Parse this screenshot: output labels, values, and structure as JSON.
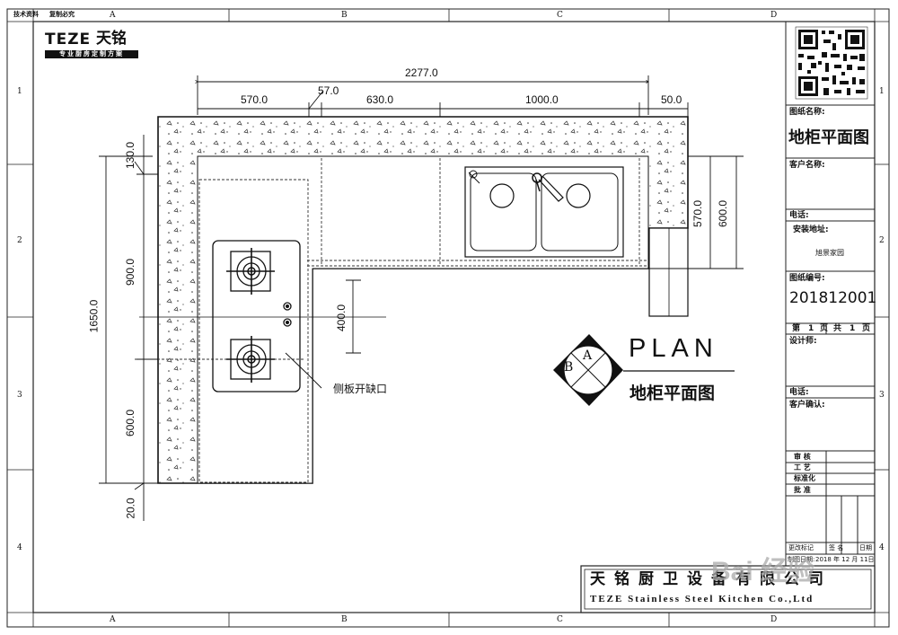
{
  "header": {
    "tech": "技术资料",
    "copy": "复制必究"
  },
  "grid": {
    "cols": [
      "A",
      "B",
      "C",
      "D"
    ],
    "rows": [
      "1",
      "2",
      "3",
      "4"
    ]
  },
  "logo": {
    "brand": "TEZE",
    "brand_cn": "天铭",
    "tagline": "专业厨房定制方案"
  },
  "dimensions": {
    "total": "2277.0",
    "seg1": "570.0",
    "seg2": "57.0",
    "seg3": "630.0",
    "seg4": "1000.0",
    "seg5": "50.0",
    "left_total": "1650.0",
    "left_top": "130.0",
    "left_mid": "900.0",
    "left_low": "600.0",
    "left_bottom": "20.0",
    "center": "400.0",
    "right_inner": "570.0",
    "right_outer": "600.0"
  },
  "annotation": {
    "side_cut": "侧板开缺口"
  },
  "legend": {
    "a": "A",
    "b": "B",
    "plan": "PLAN",
    "plan_cn": "地柜平面图"
  },
  "title_block": {
    "drawing_name_label": "图纸名称:",
    "drawing_name": "地柜平面图",
    "client_label": "客户名称:",
    "phone_label": "电话:",
    "address_label": "安装地址:",
    "address": "旭景家园",
    "drawing_no_label": "图纸编号:",
    "drawing_no": "201812001",
    "page_a": "第",
    "page_num": "1",
    "page_b": "页",
    "total_a": "共",
    "total_num": "1",
    "total_b": "页",
    "designer_label": "设计师:",
    "phone2_label": "电话:",
    "confirm_label": "客户确认:",
    "approvals": [
      "审 核",
      "工 艺",
      "标准化",
      "批 准"
    ],
    "rev_headers": [
      "更改标记",
      "签 名",
      "日期"
    ],
    "date_label": "制图日期:",
    "date_value": "2018 年 12 月 11日"
  },
  "company": {
    "name_cn": "天铭厨卫设备有限公司",
    "name_en": "TEZE Stainless Steel Kitchen Co.,Ltd"
  },
  "watermark": {
    "text": "Bai 经验"
  }
}
